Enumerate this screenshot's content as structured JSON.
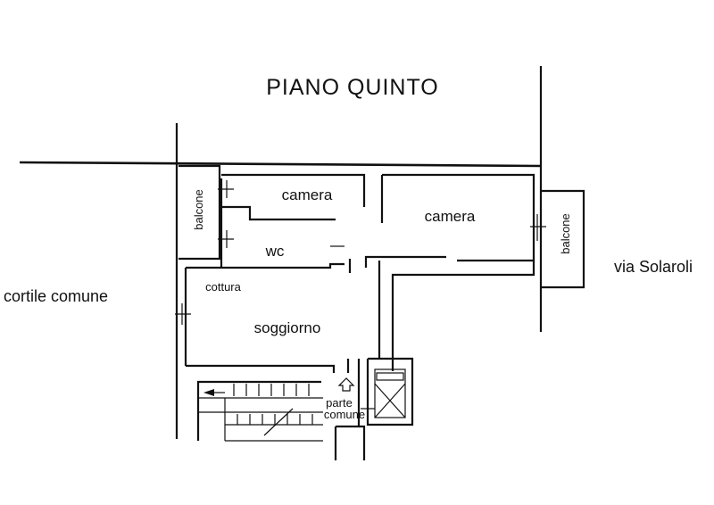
{
  "plan": {
    "title": "PIANO QUINTO",
    "rooms": {
      "camera_left": "camera",
      "camera_right": "camera",
      "wc": "wc",
      "cottura": "cottura",
      "soggiorno": "soggiorno",
      "balcone_left": "balcone",
      "balcone_right": "balcone",
      "parte_line1": "parte",
      "parte_line2": "comune"
    },
    "surroundings": {
      "west": "cortile comune",
      "east": "via Solaroli"
    }
  }
}
